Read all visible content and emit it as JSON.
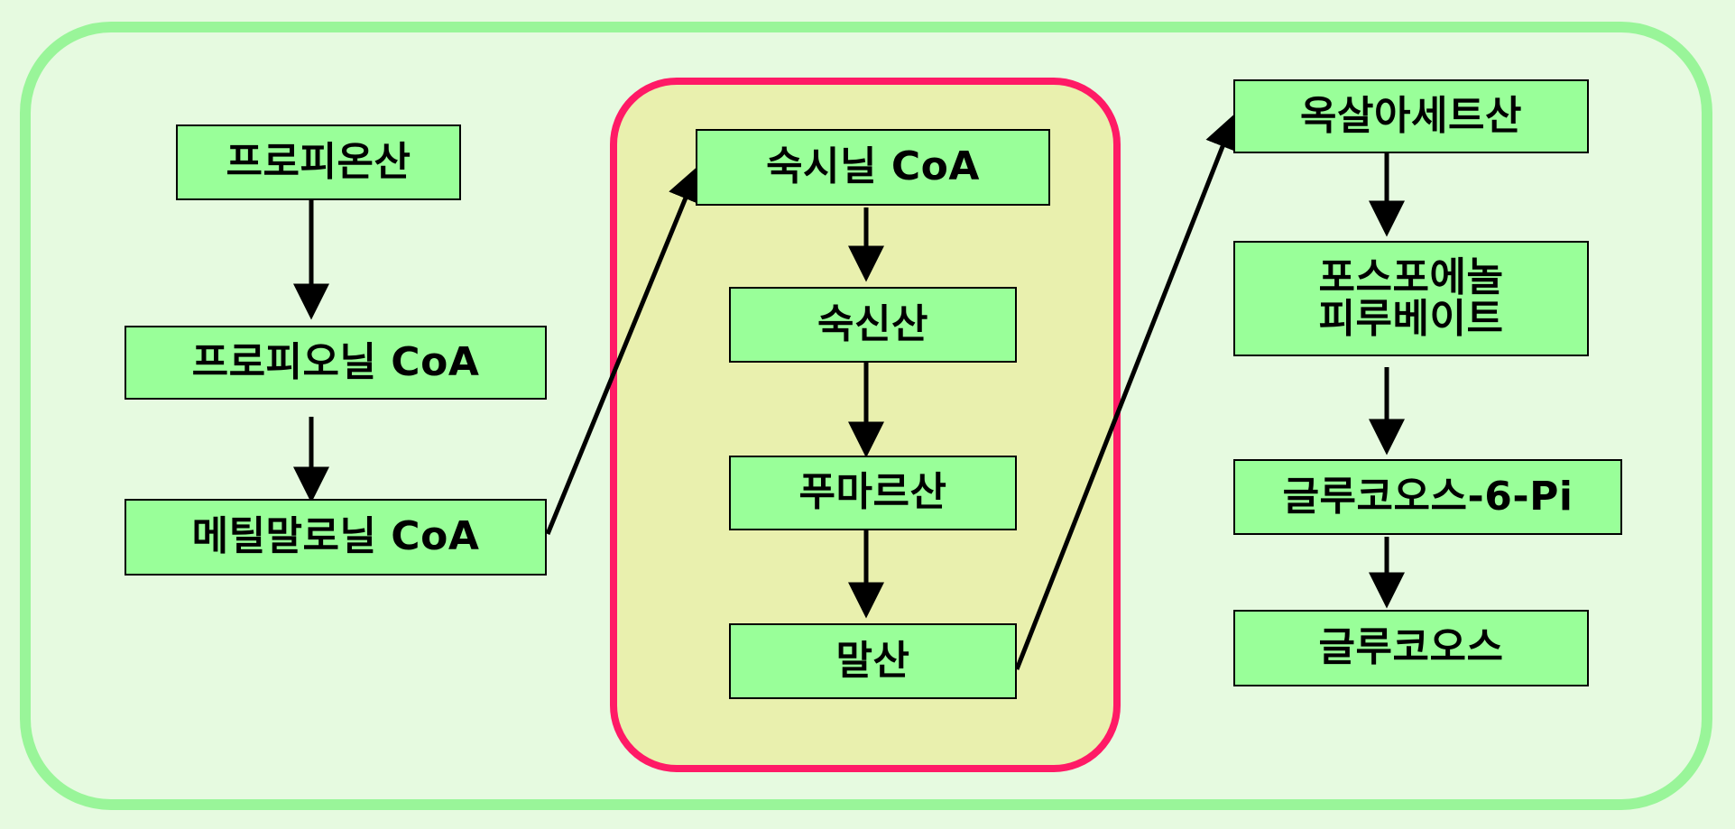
{
  "colors": {
    "background": "#e6fae0",
    "outer_frame": "#99f599",
    "highlight_fill": "#e9f0ae",
    "highlight_border": "#ff1a66",
    "node_fill": "#99ff99",
    "node_border": "#000000",
    "arrow": "#000000"
  },
  "nodes": {
    "propionic_acid": "프로피온산",
    "propionyl_coa": "프로피오닐 CoA",
    "methylmalonyl_coa": "메틸말로닐 CoA",
    "succinyl_coa": "숙시닐 CoA",
    "succinic_acid": "숙신산",
    "fumaric_acid": "푸마르산",
    "malic_acid": "말산",
    "oxaloacetic_acid": "옥살아세트산",
    "pep_line1": "포스포에놀",
    "pep_line2": "피루베이트",
    "glucose_6p": "글루코오스-6-Pi",
    "glucose": "글루코오스"
  }
}
